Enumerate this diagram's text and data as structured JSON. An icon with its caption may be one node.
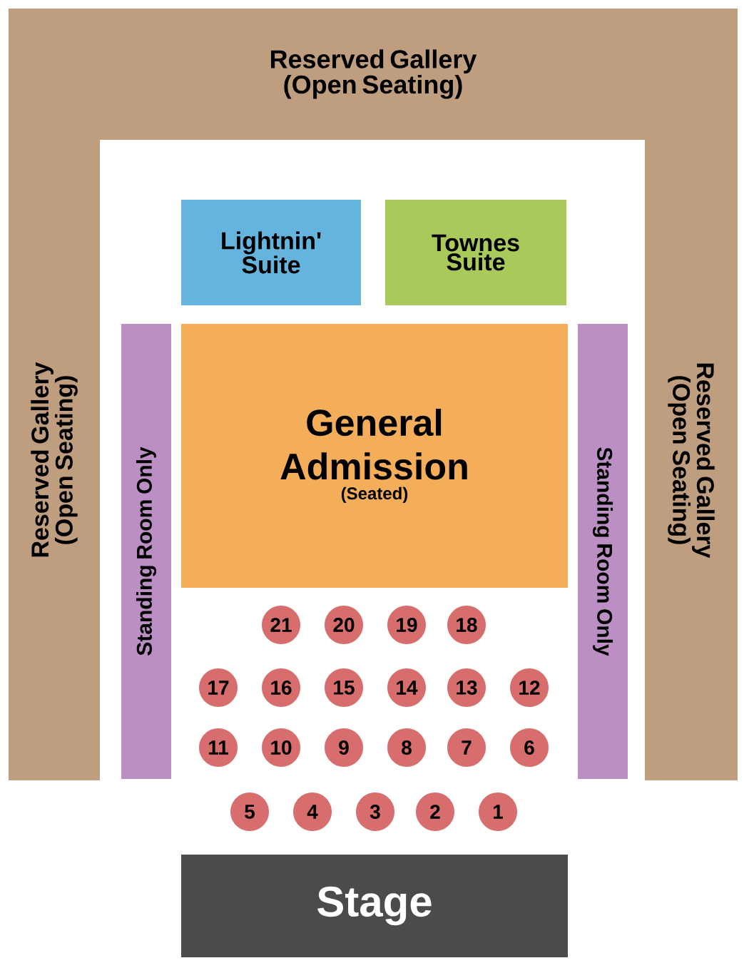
{
  "diagram": {
    "nodes": [
      {
        "text": [
          "Reserved Gallery (Open Seating)"
        ]
      },
      {
        "text": [
          "Reserved Gallery (Open Seating)"
        ]
      },
      {
        "text": [
          "Reserved Gallery (Open Seating)"
        ]
      },
      {
        "text": [
          "Lightnin' Suite"
        ]
      },
      {
        "text": [
          "Townes Suite"
        ]
      },
      {
        "text": [
          "Standing Room Only"
        ]
      },
      {
        "text": [
          "General Admission",
          "(Seated)"
        ]
      },
      {
        "text": [
          "Standing Room Only"
        ]
      },
      {
        "text": [
          "21"
        ]
      },
      {
        "text": [
          "20"
        ]
      },
      {
        "text": [
          "19"
        ]
      },
      {
        "text": [
          "18"
        ]
      },
      {
        "text": [
          "17"
        ]
      },
      {
        "text": [
          "16"
        ]
      },
      {
        "text": [
          "15"
        ]
      },
      {
        "text": [
          "14"
        ]
      },
      {
        "text": [
          "13"
        ]
      },
      {
        "text": [
          "12"
        ]
      },
      {
        "text": [
          "11"
        ]
      },
      {
        "text": [
          "10"
        ]
      },
      {
        "text": [
          "9"
        ]
      },
      {
        "text": [
          "8"
        ]
      },
      {
        "text": [
          "7"
        ]
      },
      {
        "text": [
          "6"
        ]
      },
      {
        "text": [
          "5"
        ]
      },
      {
        "text": [
          "4"
        ]
      },
      {
        "text": [
          "3"
        ]
      },
      {
        "text": [
          "2"
        ]
      },
      {
        "text": [
          "1"
        ]
      },
      {
        "text": [
          "Stage"
        ]
      }
    ]
  }
}
